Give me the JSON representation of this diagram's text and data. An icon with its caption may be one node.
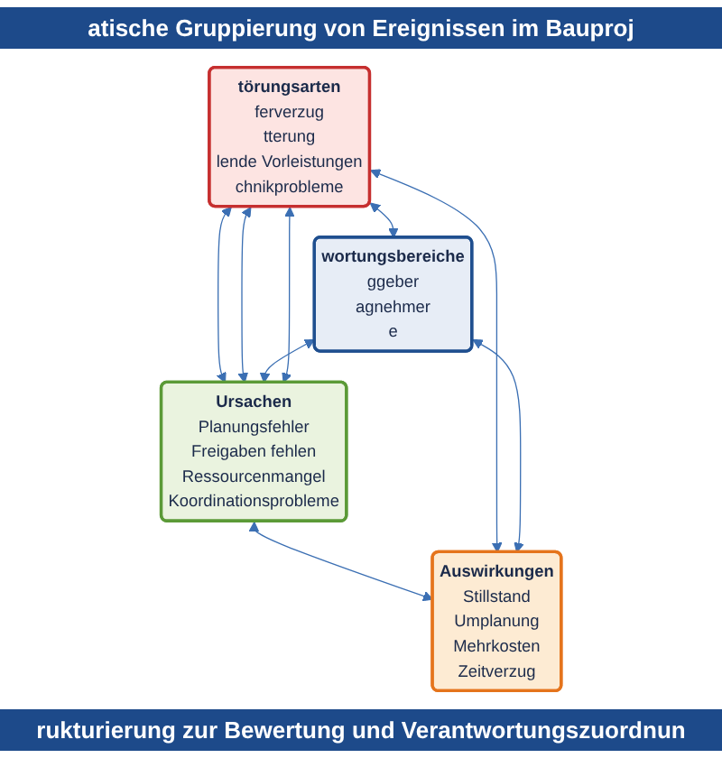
{
  "diagram": {
    "title": "atische Gruppierung von Ereignissen im Bauproj",
    "caption": "rukturierung zur Bewertung und Verantwortungszuordnun",
    "nodes": [
      {
        "text": [
          "törungsarten",
          "ferverzug",
          "tterung",
          "lende Vorleistungen",
          "chnikprobleme"
        ]
      },
      {
        "text": [
          "Ursachen",
          "Planungsfehler",
          "Freigaben fehlen",
          "Ressourcenmangel",
          "Koordinationsprobleme"
        ]
      },
      {
        "text": [
          "wortungsbereiche",
          "ggeber",
          "agnehmer",
          "e"
        ]
      },
      {
        "text": [
          "Auswirkungen",
          "Stillstand",
          "Umplanung",
          "Mehrkosten",
          "Zeitverzug"
        ]
      }
    ],
    "edges": [
      {
        "from": 0,
        "to": 1,
        "arrow": "both"
      },
      {
        "from": 0,
        "to": 1,
        "arrow": "both"
      },
      {
        "from": 0,
        "to": 2,
        "arrow": "both"
      },
      {
        "from": 1,
        "to": 3,
        "arrow": "both"
      },
      {
        "from": 0,
        "to": 3,
        "arrow": "both"
      },
      {
        "from": 2,
        "to": 1,
        "arrow": "both"
      },
      {
        "from": 0,
        "to": 1,
        "arrow": "both"
      },
      {
        "from": 2,
        "to": 3,
        "arrow": "both"
      }
    ]
  }
}
